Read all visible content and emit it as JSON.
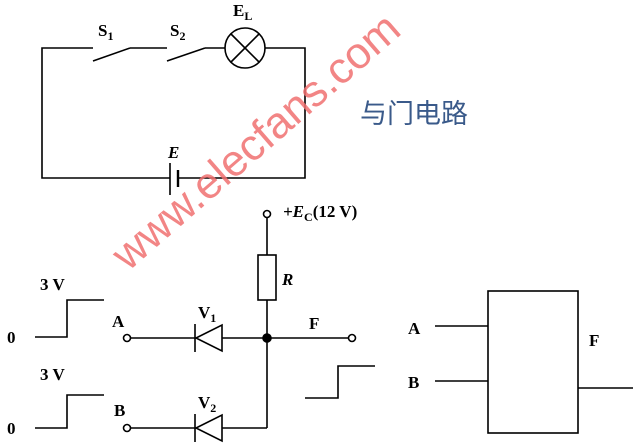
{
  "title": "与门电路",
  "watermark": "www.elecfans.com",
  "series_circuit": {
    "switch1": "S",
    "switch1_sub": "1",
    "switch2": "S",
    "switch2_sub": "2",
    "lamp": "E",
    "lamp_sub": "L",
    "battery": "E"
  },
  "diode_circuit": {
    "supply_prefix": "+E",
    "supply_sub": "C",
    "supply_value": "(12 V)",
    "resistor": "R",
    "diode1": "V",
    "diode1_sub": "1",
    "diode2": "V",
    "diode2_sub": "2",
    "input_a": "A",
    "input_b": "B",
    "output": "F",
    "high_a": "3 V",
    "low_a": "0",
    "high_b": "3 V",
    "low_b": "0"
  },
  "gate": {
    "symbol": "&",
    "input_a": "A",
    "input_b": "B",
    "output": "F"
  },
  "colors": {
    "title": "#3a5a8a",
    "watermark": "#f07070"
  }
}
